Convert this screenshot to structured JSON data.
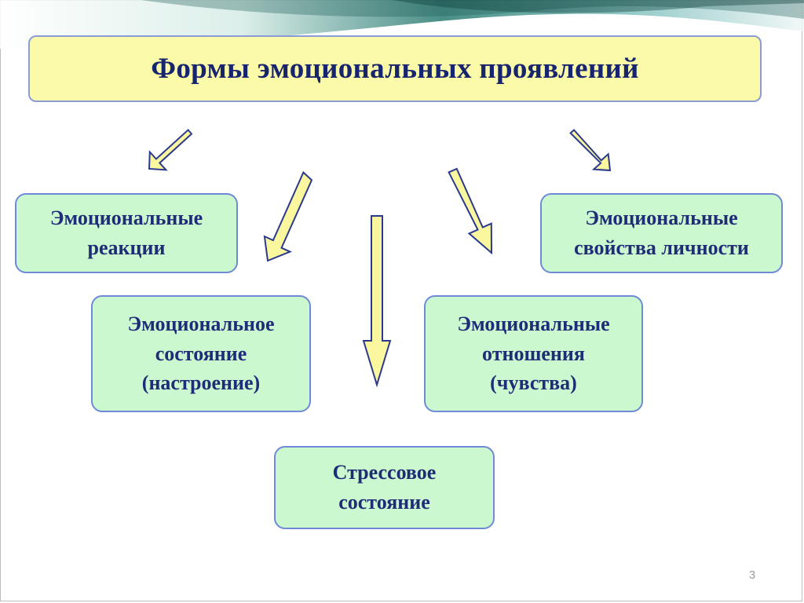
{
  "title": "Формы эмоциональных проявлений",
  "boxes": {
    "reactions": [
      "Эмоциональные",
      "реакции"
    ],
    "properties": [
      "Эмоциональные",
      "свойства личности"
    ],
    "state": [
      "Эмоциональное",
      "состояние",
      "(настроение)"
    ],
    "relations": [
      "Эмоциональные",
      "отношения",
      "(чувства)"
    ],
    "stress": [
      "Стрессовое",
      "состояние"
    ]
  },
  "page_number": "3",
  "colors": {
    "title_fill": "#fbfaa8",
    "box_fill": "#ccf8cf",
    "box_border": "#6f8ad6",
    "text": "#1f2c78",
    "arrow_fill": "#fbf79e",
    "arrow_stroke": "#2b3a8c"
  }
}
